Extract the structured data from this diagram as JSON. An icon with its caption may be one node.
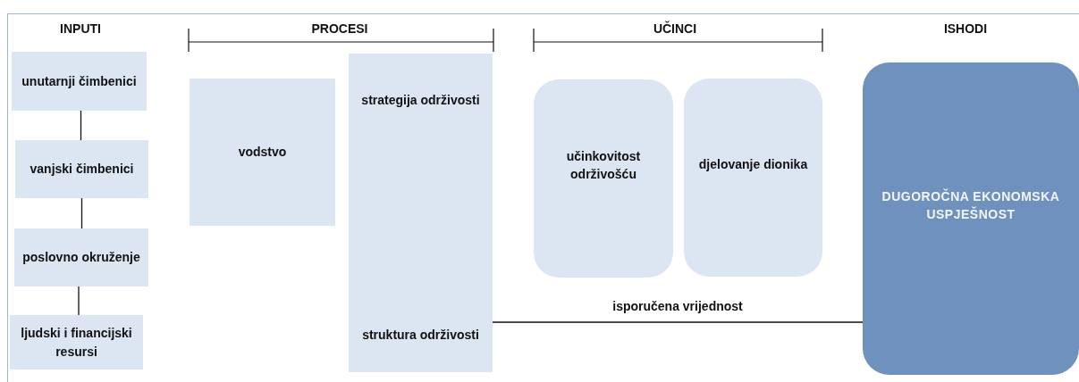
{
  "diagram": {
    "nodes": [
      {
        "text": [
          "unutarnji čimbenici"
        ]
      },
      {
        "text": [
          "vanjski čimbenici"
        ]
      },
      {
        "text": [
          "poslovno okruženje"
        ]
      },
      {
        "text": [
          "ljudski i financijski resursi"
        ]
      },
      {
        "text": [
          "vodstvo"
        ]
      },
      {
        "text": [
          "strategija održivosti",
          "struktura održivosti"
        ]
      },
      {
        "text": [
          "učinkovitost održivošću"
        ]
      },
      {
        "text": [
          "djelovanje dionika"
        ]
      },
      {
        "text": [
          "DUGOROČNA EKONOMSKA USPJEŠNOST"
        ]
      }
    ],
    "edges": [
      {
        "from": 0,
        "to": 1,
        "arrow": "none"
      },
      {
        "from": 1,
        "to": 2,
        "arrow": "none"
      },
      {
        "from": 2,
        "to": 3,
        "arrow": "none"
      },
      {
        "from": 5,
        "to": 8,
        "arrow": "none",
        "label": "isporučena vrijednost"
      }
    ],
    "labels": [
      "INPUTI",
      "PROCESI",
      "UČINCI",
      "ISHODI"
    ]
  }
}
